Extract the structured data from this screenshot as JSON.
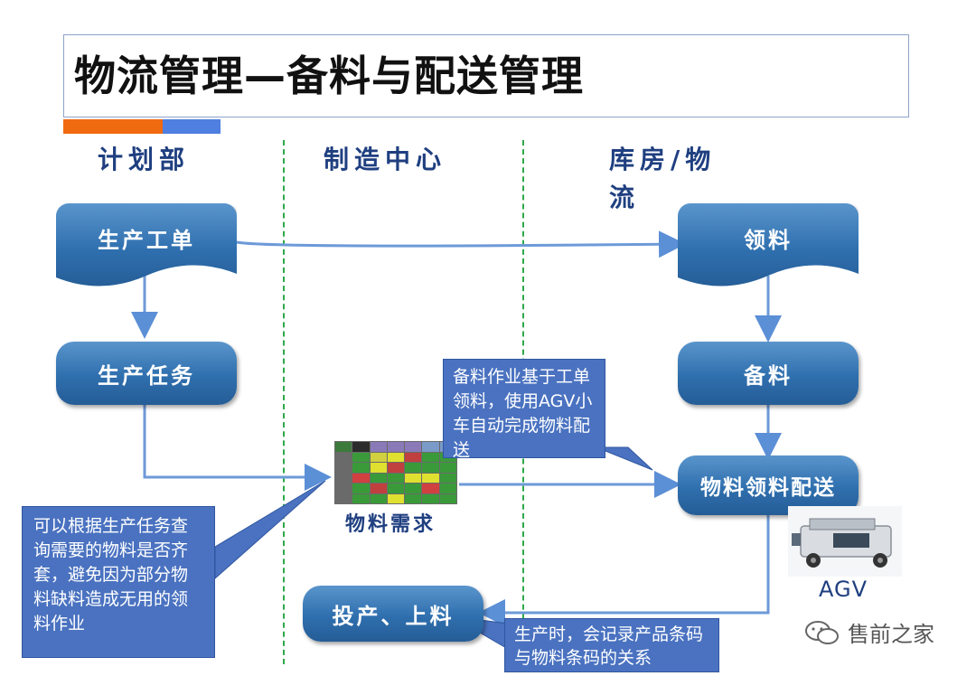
{
  "title": "物流管理—备料与配送管理",
  "columns": {
    "planning": "计划部",
    "manufacturing": "制造中心",
    "warehouse_line1": "库房/物",
    "warehouse_line2": "流"
  },
  "nodes": {
    "work_order": "生产工单",
    "production_task": "生产任务",
    "picking": "领料",
    "preparation": "备料",
    "delivery": "物料领料配送",
    "feeding": "投产、上料"
  },
  "material_demand_label": "物料需求",
  "agv_label": "AGV",
  "callouts": {
    "query_kitting": "可以根据生产任务查询需要的物料是否齐套，避免因为部分物料缺料造成无用的领料作业",
    "agv_delivery": "备料作业基于工单领料，使用AGV小车自动完成物料配送",
    "barcode_record": "生产时，会记录产品条码与物料条码的关系"
  },
  "watermark": "售前之家",
  "colors": {
    "accent_orange": "#f06a10",
    "accent_blue": "#4f7fe0",
    "node_blue": "#2f6fae",
    "callout_blue": "#4a72c0",
    "divider_green": "#2ea84a",
    "arrow_blue": "#5b8fd6"
  }
}
